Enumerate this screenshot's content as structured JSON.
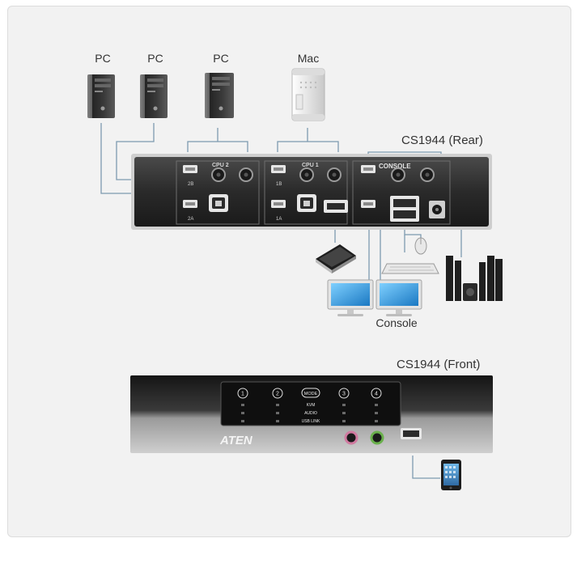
{
  "labels": {
    "pc1": "PC",
    "pc2": "PC",
    "pc3": "PC",
    "mac": "Mac",
    "rear_title": "CS1944 (Rear)",
    "front_title": "CS1944 (Front)",
    "console": "Console"
  },
  "rear_panel": {
    "cpu2": "CPU 2",
    "cpu1": "CPU 1",
    "console": "CONSOLE",
    "port_2b": "2B",
    "port_2a": "2A",
    "port_1b": "1B",
    "port_1a": "1A"
  },
  "front_panel": {
    "brand": "ATEN",
    "port_buttons": [
      "1",
      "2",
      "3",
      "4"
    ],
    "mode": "MODE",
    "led_rows": [
      "KVM",
      "AUDIO",
      "USB LINK"
    ]
  },
  "colors": {
    "connector_line": "#7d9ab0",
    "device_dark": "#2b2b2b",
    "monitor_blue": "#4aa8e0",
    "mic_pink": "#d07aa0",
    "speaker_green": "#6ab04c"
  }
}
